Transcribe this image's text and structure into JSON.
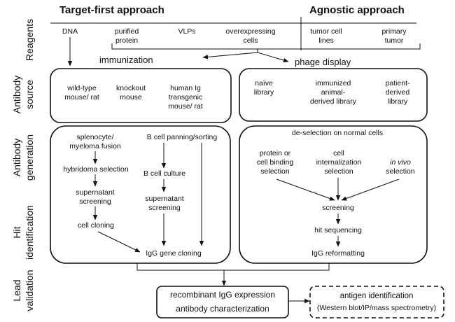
{
  "headers": {
    "target_first": "Target-first approach",
    "agnostic": "Agnostic approach"
  },
  "rows": {
    "reagents": "Reagents",
    "antibody_source": [
      "Antibody",
      "source"
    ],
    "antibody_generation": [
      "Antibody",
      "generation"
    ],
    "hit_identification": [
      "Hit",
      "identification"
    ],
    "lead_validation": [
      "Lead",
      "validation"
    ]
  },
  "reagents": {
    "dna": "DNA",
    "purified_protein": [
      "purified",
      "protein"
    ],
    "vlps": "VLPs",
    "overexpressing_cells": [
      "overexpressing",
      "cells"
    ],
    "tumor_cell_lines": [
      "tumor cell",
      "lines"
    ],
    "primary_tumor": [
      "primary",
      "tumor"
    ]
  },
  "sections": {
    "immunization": "immunization",
    "phage_display": "phage display"
  },
  "sources": {
    "wild_type": [
      "wild-type",
      "mouse/ rat"
    ],
    "knockout": [
      "knockout",
      "mouse"
    ],
    "human_ig": [
      "human Ig",
      "transgenic",
      "mouse/ rat"
    ],
    "naive": [
      "naïve",
      "library"
    ],
    "immunized": [
      "immunized",
      "animal-",
      "derived library"
    ],
    "patient": [
      "patient-",
      "derived",
      "library"
    ]
  },
  "generation_left": {
    "fusion": [
      "splenocyte/",
      "myeloma fusion"
    ],
    "hybridoma": "hybridoma selection",
    "supernatant_a": [
      "supernatant",
      "screening"
    ],
    "cell_cloning": "cell cloning",
    "panning": "B cell panning/sorting",
    "culture": "B cell culture",
    "supernatant_b": [
      "supernatant",
      "screening"
    ],
    "igg_cloning": "IgG gene cloning"
  },
  "generation_right": {
    "deselection": "de-selection on normal cells",
    "protein_binding": [
      "protein or",
      "cell binding",
      "selection"
    ],
    "internalization": [
      "cell",
      "internalization",
      "selection"
    ],
    "in_vivo_italic": "in vivo",
    "in_vivo_sel": "selection",
    "screening": "screening",
    "hit_seq": "hit sequencing",
    "igg_reformat": "IgG reformatting"
  },
  "lead": {
    "recombinant": "recombinant IgG expression",
    "characterization": "antibody characterization",
    "antigen_id": "antigen identification",
    "methods": "(Western blot/IP/mass spectrometry)"
  }
}
